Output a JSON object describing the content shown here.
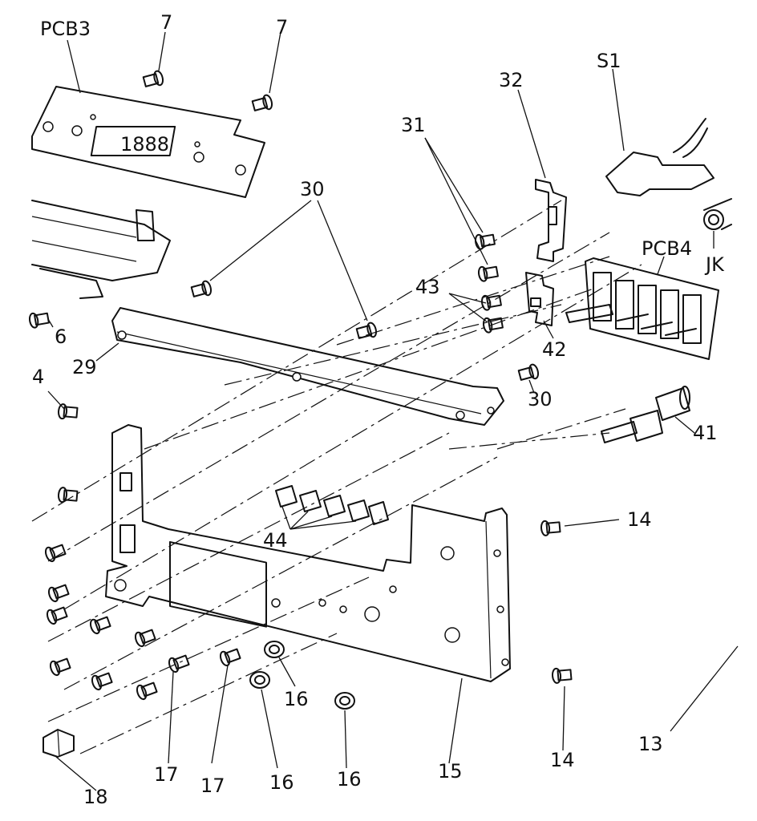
{
  "labels": {
    "pcb3": "PCB3",
    "l7a": "7",
    "l7b": "7",
    "s1": "S1",
    "l32": "32",
    "l31": "31",
    "l30a": "30",
    "pcb4": "PCB4",
    "jk": "JK",
    "l43": "43",
    "l42": "42",
    "l6": "6",
    "l29": "29",
    "l30b": "30",
    "l4": "4",
    "l41": "41",
    "l44": "44",
    "l14a": "14",
    "l16a": "16",
    "l13": "13",
    "l15": "15",
    "l14b": "14",
    "l17a": "17",
    "l17b": "17",
    "l16b": "16",
    "l16c": "16",
    "l18": "18"
  },
  "display": {
    "readout": "1888"
  },
  "colors": {
    "ink": "#111111",
    "paper": "#ffffff"
  }
}
